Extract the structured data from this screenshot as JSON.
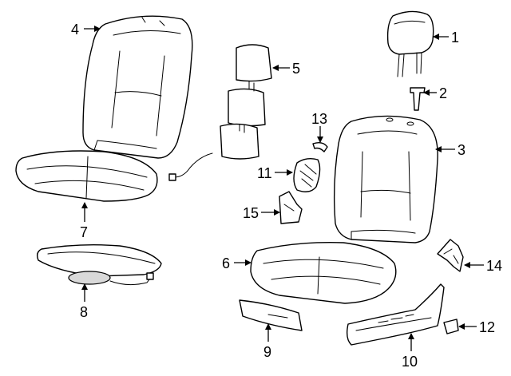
{
  "callouts": [
    "1",
    "2",
    "3",
    "4",
    "5",
    "6",
    "7",
    "8",
    "9",
    "10",
    "11",
    "12",
    "13",
    "14",
    "15"
  ],
  "colors": {
    "line": "#000000",
    "background": "#ffffff",
    "shade": "#d9d9d9"
  }
}
